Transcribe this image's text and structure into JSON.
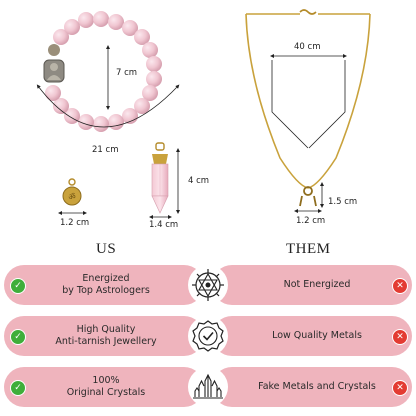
{
  "product": {
    "bracelet_height": "7 cm",
    "bracelet_circumference": "21 cm",
    "charm_width": "1.2 cm",
    "pendant_width": "1.4 cm",
    "pendant_height": "4 cm",
    "chain_length": "40 cm",
    "clasp_height": "1.5 cm",
    "clasp_width": "1.2 cm"
  },
  "comparison": {
    "us_heading": "US",
    "them_heading": "THEM",
    "rows": [
      {
        "us_line1": "Energized",
        "us_line2": "by Top Astrologers",
        "them": "Not Energized",
        "icon": "chakra-icon"
      },
      {
        "us_line1": "High Quality",
        "us_line2": "Anti-tarnish Jewellery",
        "them": "Low Quality Metals",
        "icon": "quality-seal-icon"
      },
      {
        "us_line1": "100%",
        "us_line2": "Original Crystals",
        "them": "Fake Metals and Crystals",
        "icon": "crystal-cluster-icon"
      }
    ],
    "yes_symbol": "✓",
    "no_symbol": "✕"
  },
  "colors": {
    "pill": "#efb4bd",
    "yes": "#3fae3a",
    "no": "#e33b32",
    "gold": "#c9a23c",
    "rose_bead": "#f1c9d3"
  }
}
